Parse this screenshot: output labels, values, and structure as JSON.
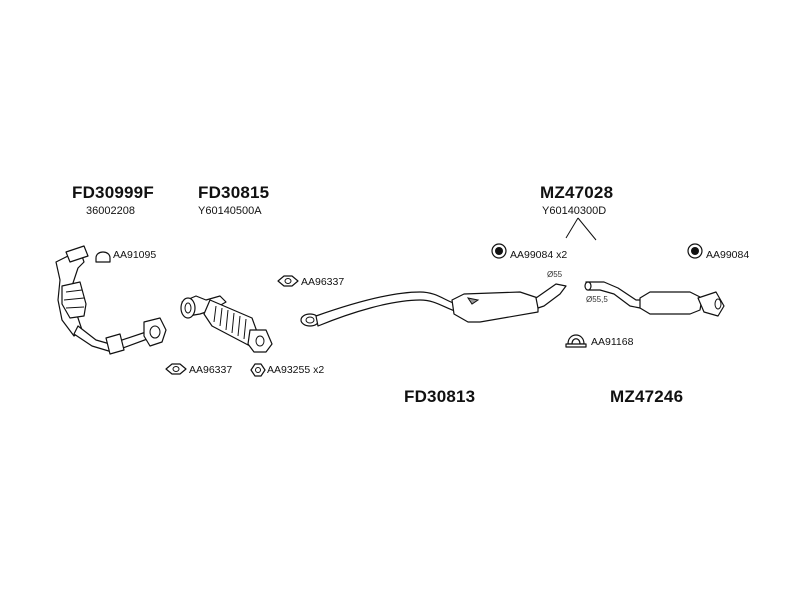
{
  "assemblies": {
    "cat": {
      "code": "FD30999F",
      "ref": "36002208"
    },
    "front_pipe": {
      "code": "FD30815",
      "ref": "Y60140500A"
    },
    "centre": {
      "code": "FD30813"
    },
    "rear_set": {
      "code": "MZ47028",
      "ref": "Y60140300D"
    },
    "rear": {
      "code": "MZ47246"
    }
  },
  "accessories": {
    "a1": "AA91095",
    "a2": "AA96337",
    "a3": "AA96337",
    "a4": "AA93255",
    "a4_qty": "x2",
    "a5": "AA99084",
    "a5_qty": "x2",
    "a6": "AA99084",
    "a7": "AA91168"
  },
  "dimensions": {
    "d1": "Ø55",
    "d2": "Ø55,5"
  },
  "icons": {
    "gasket": "gasket-icon",
    "clamp": "clamp-icon",
    "hanger": "rubber-hanger-icon",
    "nut": "nut-icon"
  }
}
